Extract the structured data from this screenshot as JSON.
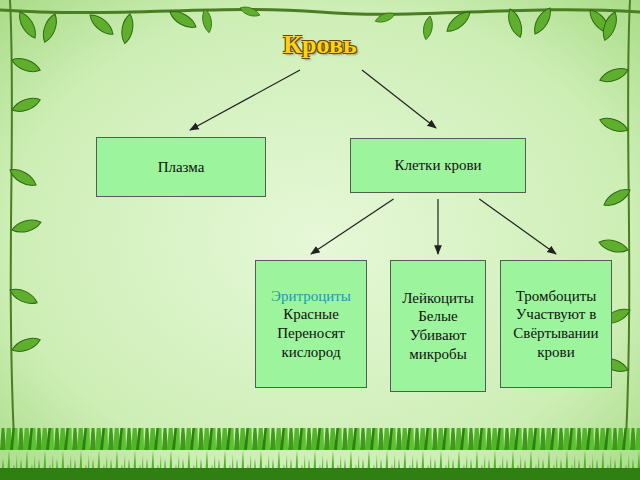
{
  "diagram": {
    "title": "Кровь",
    "nodes": [
      {
        "text": [
          "Плазма"
        ]
      },
      {
        "text": [
          "Клетки крови"
        ]
      },
      {
        "text": [
          "Эритроциты",
          "Красные Переносят кислород"
        ]
      },
      {
        "text": [
          "Лейкоциты",
          "Белые Убивают микробы"
        ]
      },
      {
        "text": [
          "Тромбоциты",
          "Участвуют в Свёртывании крови"
        ]
      }
    ],
    "edges": [
      {
        "from": 1,
        "to": 2,
        "arrow": "to"
      },
      {
        "from": 1,
        "to": 3,
        "arrow": "to"
      },
      {
        "from": 1,
        "to": 4,
        "arrow": "to"
      }
    ]
  }
}
